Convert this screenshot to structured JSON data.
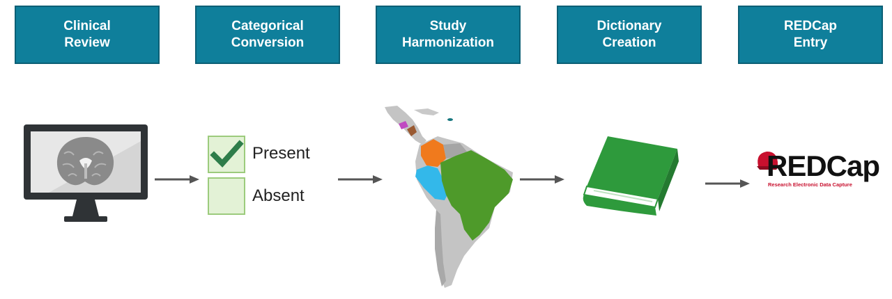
{
  "steps": [
    {
      "label": "Clinical\nReview"
    },
    {
      "label": "Categorical\nConversion"
    },
    {
      "label": "Study\nHarmonization"
    },
    {
      "label": "Dictionary\nCreation"
    },
    {
      "label": "REDCap\nEntry"
    }
  ],
  "checklist": {
    "present_label": "Present",
    "absent_label": "Absent"
  },
  "redcap": {
    "logo_text": "REDCap",
    "tagline": "Research Electronic Data Capture"
  },
  "colors": {
    "step_box": "#0f7f9b",
    "check_green": "#2e7d4a",
    "book_green": "#2e9a3c",
    "map_green": "#4e9a2a",
    "map_orange": "#f07a1d",
    "map_blue": "#33b8ea",
    "redcap_red": "#c8102e"
  }
}
